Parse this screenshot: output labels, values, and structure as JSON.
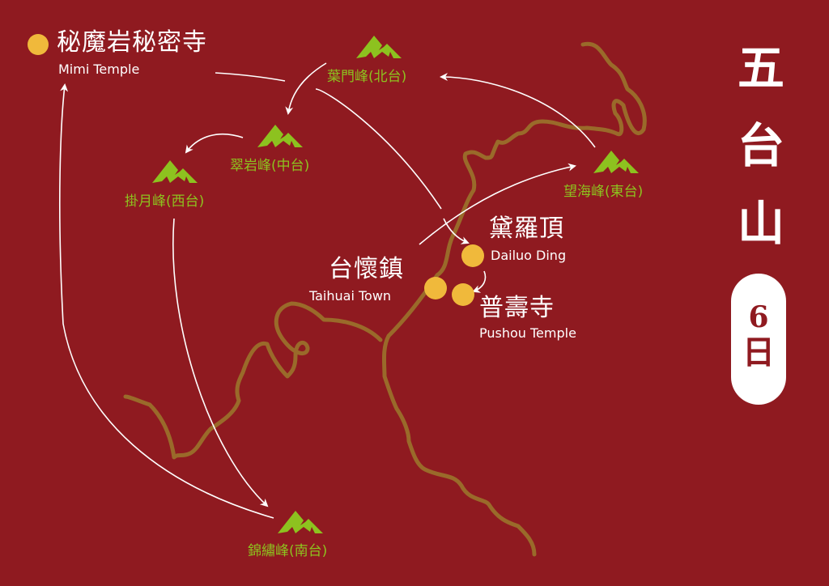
{
  "title": {
    "chars": [
      "五",
      "台",
      "山"
    ],
    "day_number": "6",
    "day_unit": "日"
  },
  "colors": {
    "background": "#8f1a20",
    "road": "#9a6a2a",
    "peak_green": "#8dc21f",
    "location_dot": "#f0b93b",
    "text": "#ffffff"
  },
  "locations": [
    {
      "id": "mimi",
      "cn": "秘魔岩秘密寺",
      "en": "Mimi Temple",
      "icon": "location-dot"
    },
    {
      "id": "taihuai",
      "cn": "台懷鎮",
      "en": "Taihuai Town",
      "icon": "location-dot"
    },
    {
      "id": "dailuo",
      "cn": "黛羅頂",
      "en": "Dailuo Ding",
      "icon": "location-dot"
    },
    {
      "id": "pushou",
      "cn": "普壽寺",
      "en": "Pushou Temple",
      "icon": "location-dot"
    }
  ],
  "peaks": [
    {
      "id": "north",
      "label": "葉門峰(北台)",
      "icon": "mountain-icon"
    },
    {
      "id": "central",
      "label": "翠岩峰(中台)",
      "icon": "mountain-icon"
    },
    {
      "id": "west",
      "label": "掛月峰(西台)",
      "icon": "mountain-icon"
    },
    {
      "id": "east",
      "label": "望海峰(東台)",
      "icon": "mountain-icon"
    },
    {
      "id": "south",
      "label": "錦繡峰(南台)",
      "icon": "mountain-icon"
    }
  ]
}
